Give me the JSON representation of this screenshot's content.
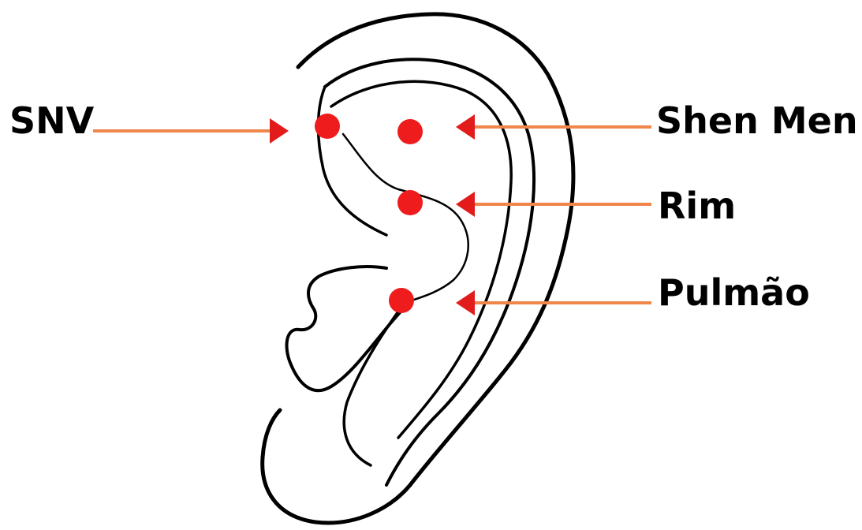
{
  "labels": {
    "snv": "SNV",
    "shen_men": "Shen Men",
    "rim": "Rim",
    "pulmao": "Pulmão"
  },
  "colors": {
    "point": "#ee1c1c",
    "arrow_line": "#f0874a",
    "arrow_head": "#e21b1b",
    "outline": "#000000"
  },
  "icons": {
    "ear": "ear-outline-drawing",
    "point": "acupoint-dot"
  }
}
